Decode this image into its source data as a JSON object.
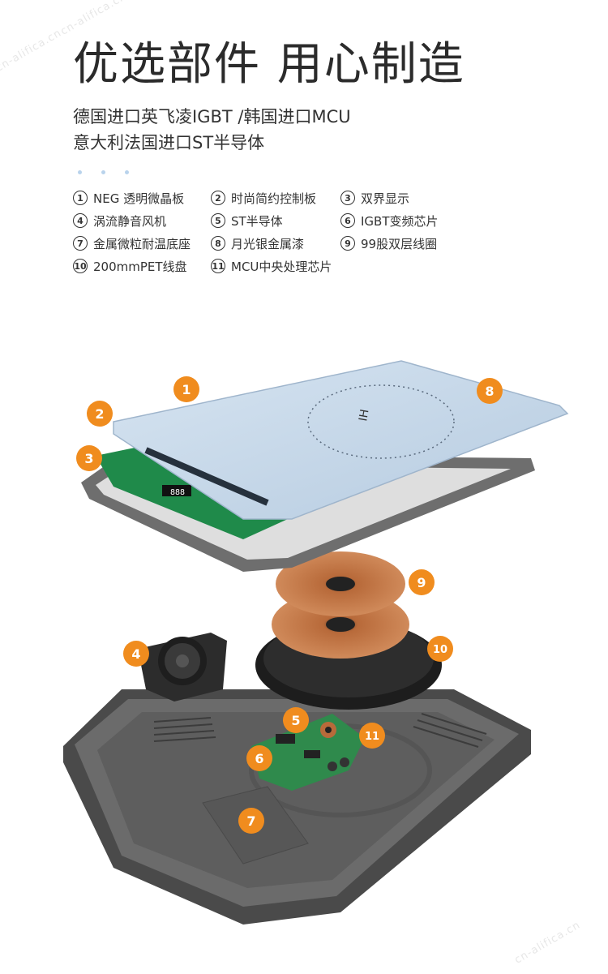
{
  "watermarks": [
    "cn-alifica.cn",
    "cn-alifica.cn",
    "cn-alifica.cn"
  ],
  "headline": "优选部件 用心制造",
  "subtitle_lines": [
    "德国进口英飞凌IGBT /韩国进口MCU",
    "意大利法国进口ST半导体"
  ],
  "dot_colors": [
    "#b9d3ec",
    "#b9d3ec",
    "#b9d3ec"
  ],
  "parts": [
    {
      "num": "1",
      "label": "NEG 透明微晶板"
    },
    {
      "num": "2",
      "label": "时尚简约控制板"
    },
    {
      "num": "3",
      "label": "双界显示"
    },
    {
      "num": "4",
      "label": "涡流静音风机"
    },
    {
      "num": "5",
      "label": "ST半导体"
    },
    {
      "num": "6",
      "label": "IGBT变频芯片"
    },
    {
      "num": "7",
      "label": "金属微粒耐温底座"
    },
    {
      "num": "8",
      "label": "月光银金属漆"
    },
    {
      "num": "9",
      "label": "99股双层线圈"
    },
    {
      "num": "10",
      "label": "200mmPET线盘"
    },
    {
      "num": "11",
      "label": "MCU中央处理芯片"
    }
  ],
  "callouts": [
    "1",
    "2",
    "3",
    "4",
    "5",
    "6",
    "7",
    "8",
    "9",
    "10",
    "11"
  ],
  "glass_mark": "IH",
  "panel_display": "888",
  "colors": {
    "badge": "#f08c1e",
    "glass": "#c7d8e9",
    "frame": "#6e6e6e",
    "base": "#5b5b5b",
    "coil": "#b86a3a",
    "pcb": "#2f8a4c"
  }
}
